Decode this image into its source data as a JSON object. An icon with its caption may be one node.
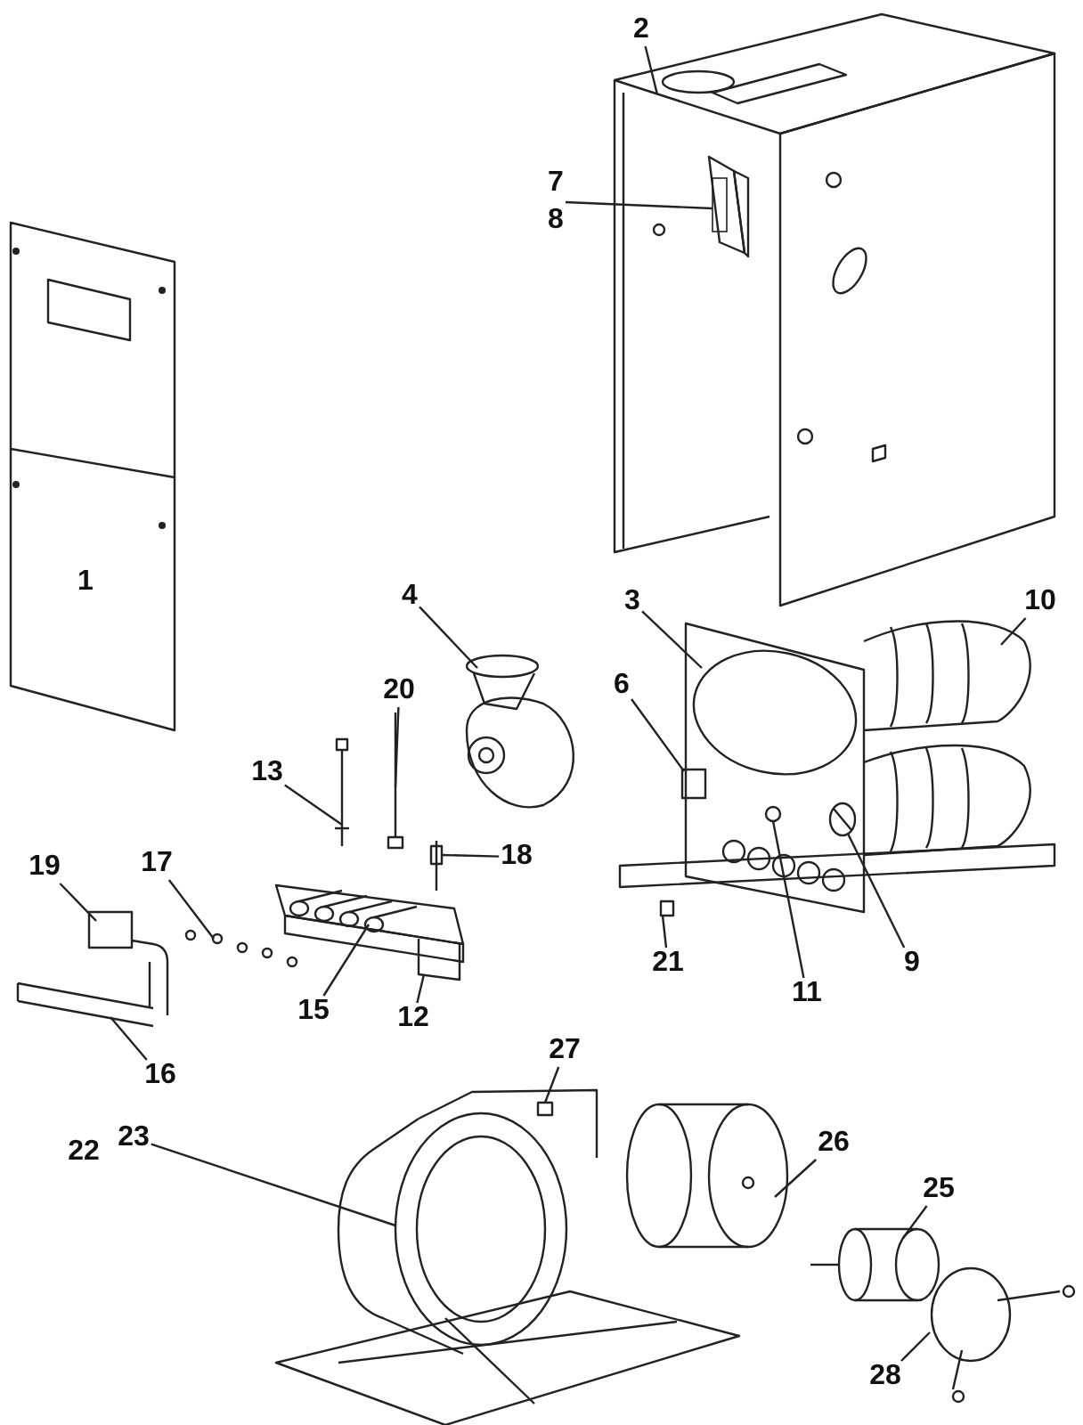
{
  "diagram": {
    "nodes": [
      {
        "text": [
          "2"
        ]
      },
      {
        "text": [
          "7"
        ]
      },
      {
        "text": [
          "8"
        ]
      },
      {
        "text": [
          "4"
        ]
      },
      {
        "text": [
          "3"
        ]
      },
      {
        "text": [
          "10"
        ]
      },
      {
        "text": [
          "20"
        ]
      },
      {
        "text": [
          "6"
        ]
      },
      {
        "text": [
          "13"
        ]
      },
      {
        "text": [
          "18"
        ]
      },
      {
        "text": [
          "19"
        ]
      },
      {
        "text": [
          "17"
        ]
      },
      {
        "text": [
          "21"
        ]
      },
      {
        "text": [
          "9"
        ]
      },
      {
        "text": [
          "11"
        ]
      },
      {
        "text": [
          "15"
        ]
      },
      {
        "text": [
          "12"
        ]
      },
      {
        "text": [
          "16"
        ]
      },
      {
        "text": [
          "27"
        ]
      },
      {
        "text": [
          "23"
        ]
      },
      {
        "text": [
          "26"
        ]
      },
      {
        "text": [
          "25"
        ]
      },
      {
        "text": [
          "28"
        ]
      },
      {
        "text": [],
        "shape": "picture"
      },
      {
        "text": [],
        "shape": "picture"
      },
      {
        "text": [],
        "shape": "picture"
      },
      {
        "text": [],
        "shape": "picture"
      },
      {
        "text": [],
        "shape": "picture",
        "in": 26
      },
      {
        "text": [],
        "shape": "picture"
      },
      {
        "text": [],
        "shape": "box",
        "in": 26
      },
      {
        "text": [],
        "shape": "picture"
      },
      {
        "text": [],
        "shape": "picture"
      },
      {
        "text": [],
        "shape": "box"
      },
      {
        "text": [],
        "shape": "picture"
      },
      {
        "text": [],
        "shape": "box",
        "in": 26
      },
      {
        "text": [],
        "shape": "picture",
        "in": 26
      },
      {
        "text": [],
        "shape": "circle",
        "in": 26
      },
      {
        "text": [],
        "shape": "picture",
        "in": 38
      },
      {
        "text": [],
        "shape": "picture"
      },
      {
        "text": [],
        "shape": "picture"
      },
      {
        "text": [],
        "shape": "box"
      },
      {
        "text": [],
        "shape": "picture"
      },
      {
        "text": [],
        "shape": "picture"
      },
      {
        "text": [],
        "shape": "picture"
      },
      {
        "text": [],
        "shape": "picture"
      }
    ],
    "edges": [
      {
        "from": 0,
        "to": 23,
        "arrow": "none"
      },
      {
        "from": 1,
        "to": 24,
        "arrow": "none"
      },
      {
        "from": 2,
        "to": 24,
        "arrow": "none"
      },
      {
        "from": 3,
        "to": 25,
        "arrow": "none"
      },
      {
        "from": 4,
        "to": 26,
        "arrow": "none"
      },
      {
        "from": 5,
        "to": 27,
        "arrow": "none"
      },
      {
        "from": 6,
        "to": 28,
        "arrow": "none"
      },
      {
        "from": 7,
        "to": 29,
        "arrow": "none"
      },
      {
        "from": 8,
        "to": 30,
        "arrow": "none"
      },
      {
        "from": 9,
        "to": 31,
        "arrow": "none"
      },
      {
        "from": 10,
        "to": 32,
        "arrow": "none"
      },
      {
        "from": 11,
        "to": 33,
        "arrow": "none"
      },
      {
        "from": 12,
        "to": 34,
        "arrow": "none"
      },
      {
        "from": 13,
        "to": 35,
        "arrow": "none"
      },
      {
        "from": 14,
        "to": 36,
        "arrow": "none"
      },
      {
        "from": 15,
        "to": 37,
        "arrow": "none"
      },
      {
        "from": 16,
        "to": 38,
        "arrow": "none"
      },
      {
        "from": 17,
        "to": 39,
        "arrow": "none"
      },
      {
        "from": 18,
        "to": 40,
        "arrow": "none"
      },
      {
        "from": 19,
        "to": 41,
        "arrow": "none"
      },
      {
        "from": 20,
        "to": 42,
        "arrow": "none"
      },
      {
        "from": 21,
        "to": 43,
        "arrow": "none"
      },
      {
        "from": 22,
        "to": 44,
        "arrow": "none"
      }
    ],
    "labels": [
      "1",
      "22"
    ]
  }
}
